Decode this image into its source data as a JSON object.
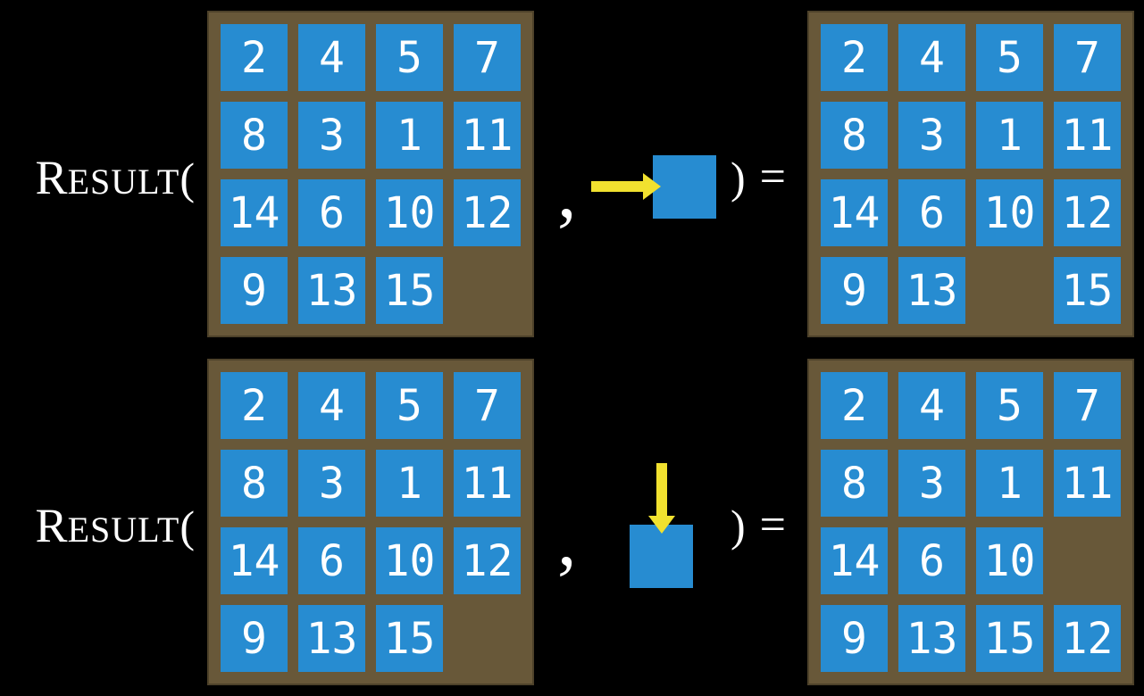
{
  "colors": {
    "background": "#000000",
    "board": "#685839",
    "tile": "#278CD1",
    "tile_text": "#FFFFFF",
    "arrow": "#F1E12F",
    "text": "#FFFFFF"
  },
  "rows": [
    {
      "function": {
        "lead": "R",
        "rest": "ESULT",
        "open_paren": "("
      },
      "comma": ",",
      "action": {
        "direction": "right"
      },
      "close_paren": ")",
      "equals": "=",
      "input_grid": [
        [
          2,
          4,
          5,
          7
        ],
        [
          8,
          3,
          1,
          11
        ],
        [
          14,
          6,
          10,
          12
        ],
        [
          9,
          13,
          15,
          null
        ]
      ],
      "output_grid": [
        [
          2,
          4,
          5,
          7
        ],
        [
          8,
          3,
          1,
          11
        ],
        [
          14,
          6,
          10,
          12
        ],
        [
          9,
          13,
          null,
          15
        ]
      ]
    },
    {
      "function": {
        "lead": "R",
        "rest": "ESULT",
        "open_paren": "("
      },
      "comma": ",",
      "action": {
        "direction": "down"
      },
      "close_paren": ")",
      "equals": "=",
      "input_grid": [
        [
          2,
          4,
          5,
          7
        ],
        [
          8,
          3,
          1,
          11
        ],
        [
          14,
          6,
          10,
          12
        ],
        [
          9,
          13,
          15,
          null
        ]
      ],
      "output_grid": [
        [
          2,
          4,
          5,
          7
        ],
        [
          8,
          3,
          1,
          11
        ],
        [
          14,
          6,
          10,
          null
        ],
        [
          9,
          13,
          15,
          12
        ]
      ]
    }
  ]
}
